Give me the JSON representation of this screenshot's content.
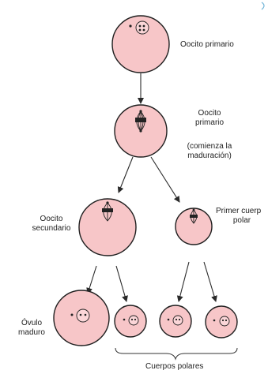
{
  "colors": {
    "cell_fill": "#f7c6c8",
    "cell_stroke": "#1f1f1f",
    "nucleus_fill": "#fbd6d8",
    "text": "#222222"
  },
  "labels": {
    "primary_oocyte_top": "Oocito primario",
    "primary_oocyte_mid_1": "Oocito",
    "primary_oocyte_mid_2": "primario",
    "maturation_1": "(comienza la",
    "maturation_2": "maduración)",
    "secondary_oocyte_1": "Oocito",
    "secondary_oocyte_2": "secundario",
    "first_polar_body_1": "Primer cuerp",
    "first_polar_body_2": "polar",
    "mature_ovum_1": "Óvulo",
    "mature_ovum_2": "maduro",
    "polar_bodies": "Cuerpos polares"
  }
}
